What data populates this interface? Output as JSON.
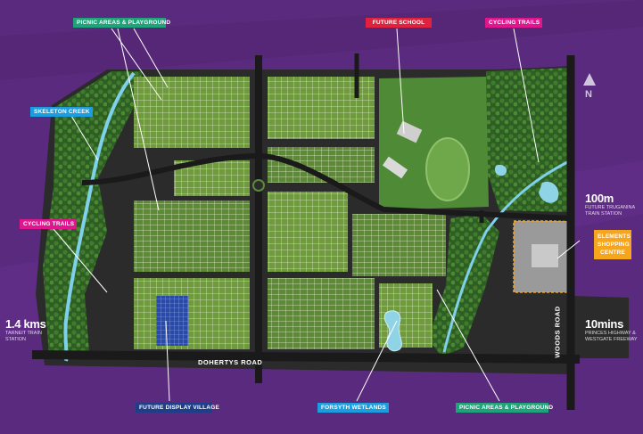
{
  "labels": {
    "picnic_top": "PICNIC AREAS & PLAYGROUND",
    "future_school": "FUTURE SCHOOL",
    "cycling_top": "CYCLING TRAILS",
    "skeleton_creek": "SKELETON CREEK",
    "cycling_left": "CYCLING TRAILS",
    "elements_centre": "ELEMENTS SHOPPING CENTRE",
    "future_display": "FUTURE DISPLAY VILLAGE",
    "forsyth": "FORSYTH WETLANDS",
    "picnic_bottom": "PICNIC AREAS & PLAYGROUND"
  },
  "roads": {
    "doherty": "DOHERTYS ROAD",
    "woods": "WOODS ROAD"
  },
  "distances": {
    "left_value": "1.4 kms",
    "left_caption_1": "TARNEIT TRAIN",
    "left_caption_2": "STATION",
    "right_top_value": "100m",
    "right_top_caption_1": "FUTURE TRUGANINA",
    "right_top_caption_2": "TRAIN STATION",
    "right_bottom_value": "10mins",
    "right_bottom_caption_1": "PRINCES HIGHWAY &",
    "right_bottom_caption_2": "WESTGATE FREEWAY"
  },
  "compass": "N",
  "colors": {
    "background": "#5a2a7e",
    "green_label": "#1ea37a",
    "red_label": "#e1223f",
    "pink_label": "#e0168f",
    "blue_label": "#1c9de0",
    "orange_label": "#f7a51c",
    "navy_label": "#1f3e8a"
  }
}
